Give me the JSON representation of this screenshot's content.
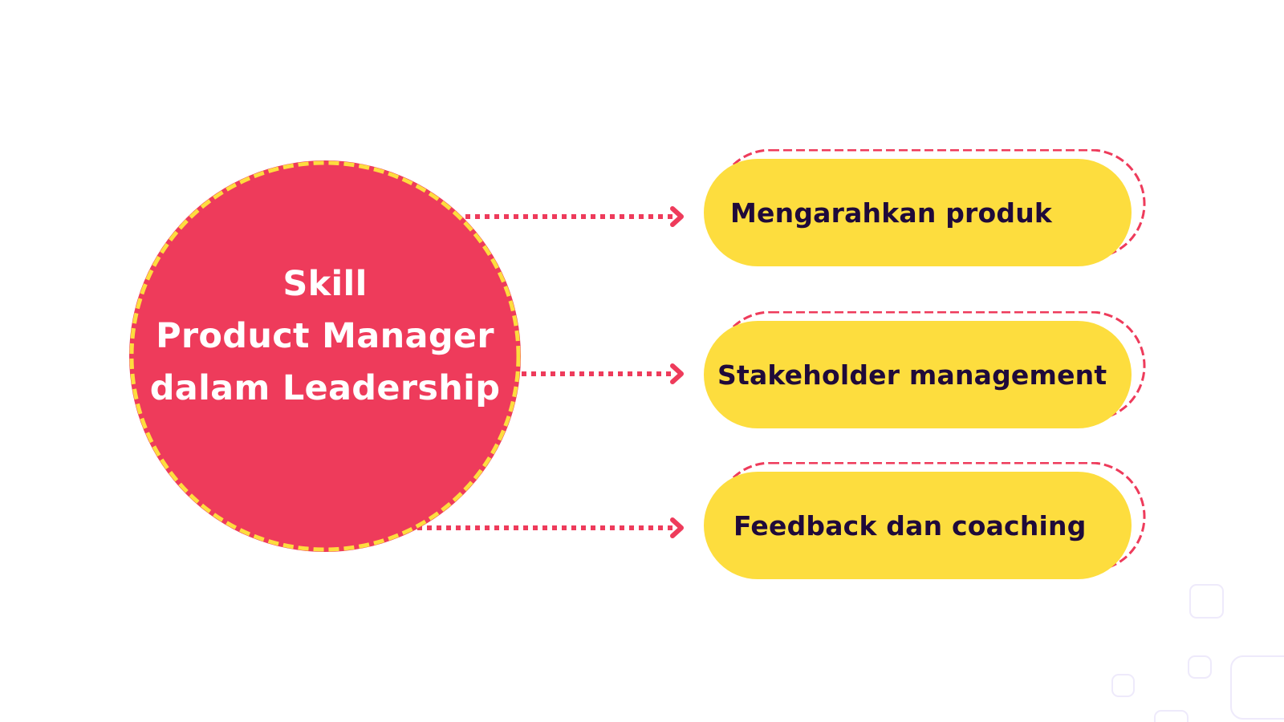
{
  "diagram": {
    "center": {
      "lines": [
        "Skill",
        "Product Manager",
        "dalam Leadership"
      ],
      "fill_color": "#EE3B5B",
      "border_color": "#FDDD3E",
      "text_color": "#FFFFFF"
    },
    "branches": [
      {
        "label": "Mengarahkan produk",
        "arrow": "dotted-arrow"
      },
      {
        "label": "Stakeholder management",
        "arrow": "dotted-arrow"
      },
      {
        "label": "Feedback dan coaching",
        "arrow": "dotted-arrow"
      }
    ],
    "colors": {
      "pill_fill": "#FDDD3E",
      "pill_text": "#1F0A3A",
      "accent_red": "#EE3B5B",
      "decoration": "#EEEAFB",
      "background": "#FFFFFF"
    }
  }
}
